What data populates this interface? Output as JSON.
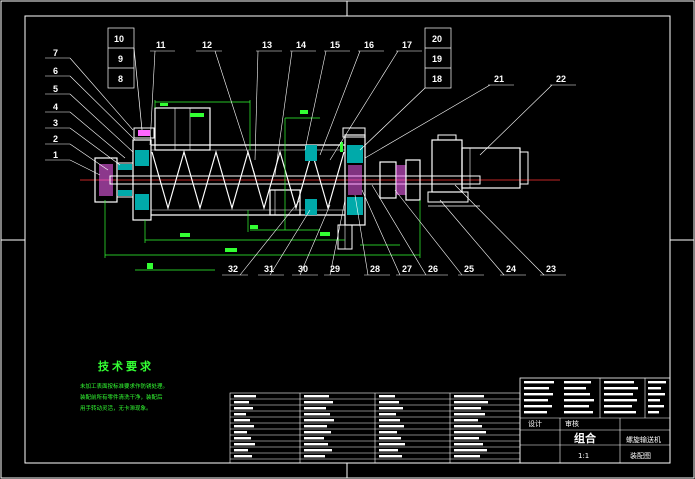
{
  "callouts_left_top": [
    "7",
    "6",
    "5",
    "4",
    "3",
    "2",
    "1"
  ],
  "callouts_top": [
    "10",
    "9",
    "8",
    "11",
    "12",
    "13",
    "14",
    "15",
    "16",
    "17",
    "20",
    "19",
    "18",
    "21",
    "22"
  ],
  "callouts_bottom": [
    "32",
    "31",
    "30",
    "29",
    "28",
    "27",
    "26",
    "25",
    "24",
    "23"
  ],
  "tech_requirements": {
    "title": "技术要求",
    "lines": [
      "未加工表面按标准要求作防锈处理。",
      "装配前所有零件清洗干净，装配后",
      "用手转动灵活，无卡滞现象。"
    ]
  },
  "title_block": {
    "material": "组合",
    "drawing_name": "螺旋输送机",
    "ratio": "1:1",
    "sheet": "装配图",
    "designer": "设计",
    "checker": "审核"
  },
  "colors": {
    "background": "#000000",
    "outline": "#ffffff",
    "dimension": "#33ff33",
    "section": "#00aaaa",
    "centerline": "#ff3333",
    "hatch": "#ff66ff"
  }
}
